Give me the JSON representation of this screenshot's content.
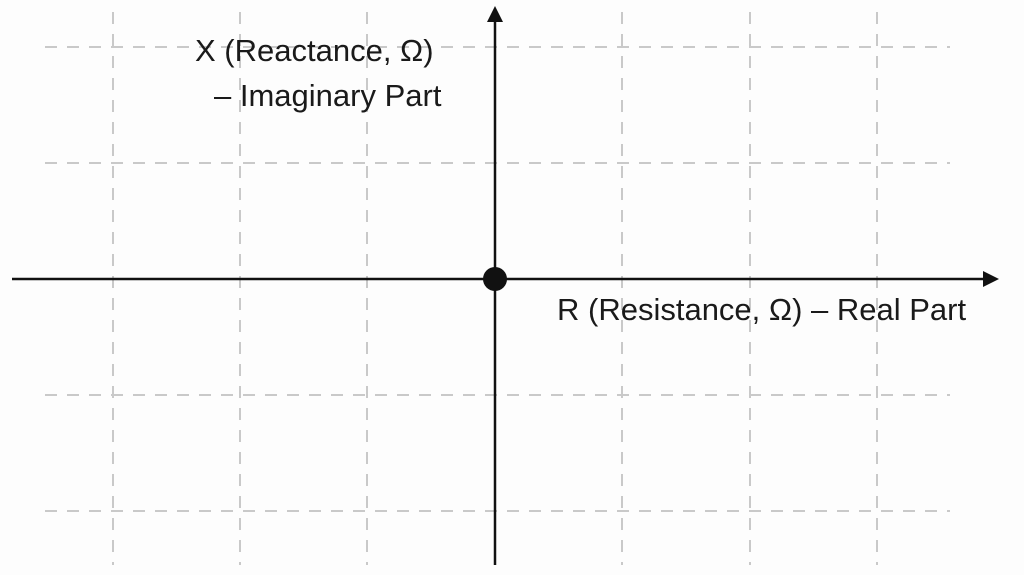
{
  "diagram": {
    "type": "complex-impedance-plane",
    "y_axis_label": {
      "line1": "X (Reactance, Ω)",
      "line2": "– Imaginary Part"
    },
    "x_axis_label": "R (Resistance, Ω) – Real Part",
    "grid": true,
    "grid_style": "dashed",
    "origin_marker": "filled-circle",
    "colors": {
      "axis": "#111111",
      "grid": "#c9c9c9",
      "background": "#fdfdfd",
      "text": "#1a1a1a"
    }
  }
}
